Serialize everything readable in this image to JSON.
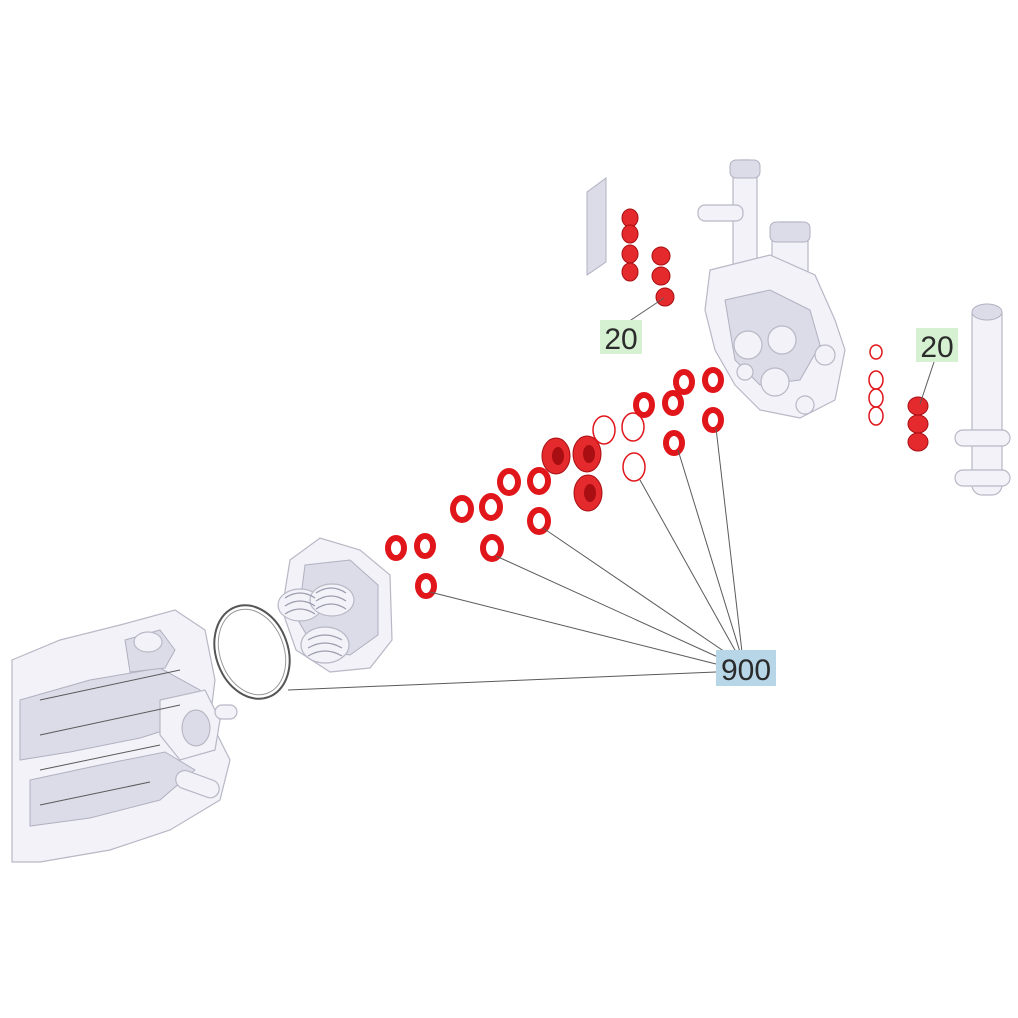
{
  "callouts": [
    {
      "id": "upper-left",
      "label": "20",
      "color": "#d6f0d2"
    },
    {
      "id": "right",
      "label": "20",
      "color": "#d6f0d2"
    },
    {
      "id": "main",
      "label": "900",
      "color": "#b7d7e8"
    }
  ],
  "colors": {
    "seal_red": "#e0161b",
    "housing_gray": "#f2f2f8"
  }
}
